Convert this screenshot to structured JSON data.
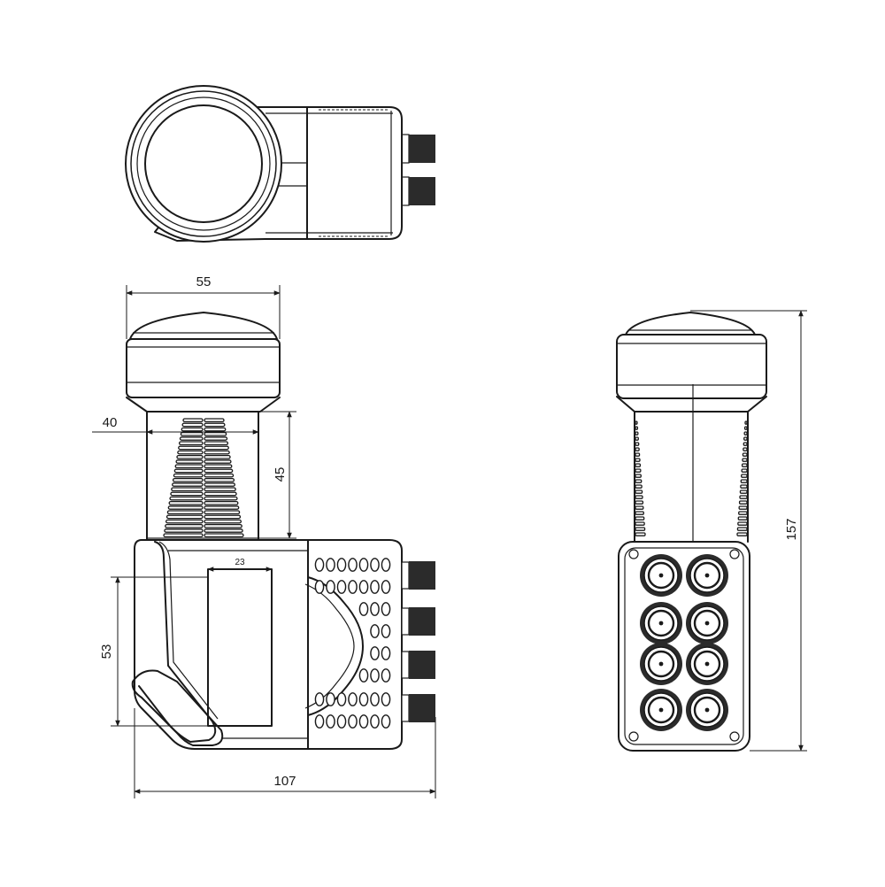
{
  "dimensions": {
    "horn_width": "55",
    "neck_width": "40",
    "neck_height": "45",
    "window_width": "23",
    "window_height": "53",
    "body_length": "107",
    "total_height": "157"
  },
  "ports": {
    "count": 8
  },
  "colors": {
    "line": "#1a1a1a",
    "background": "#ffffff"
  }
}
